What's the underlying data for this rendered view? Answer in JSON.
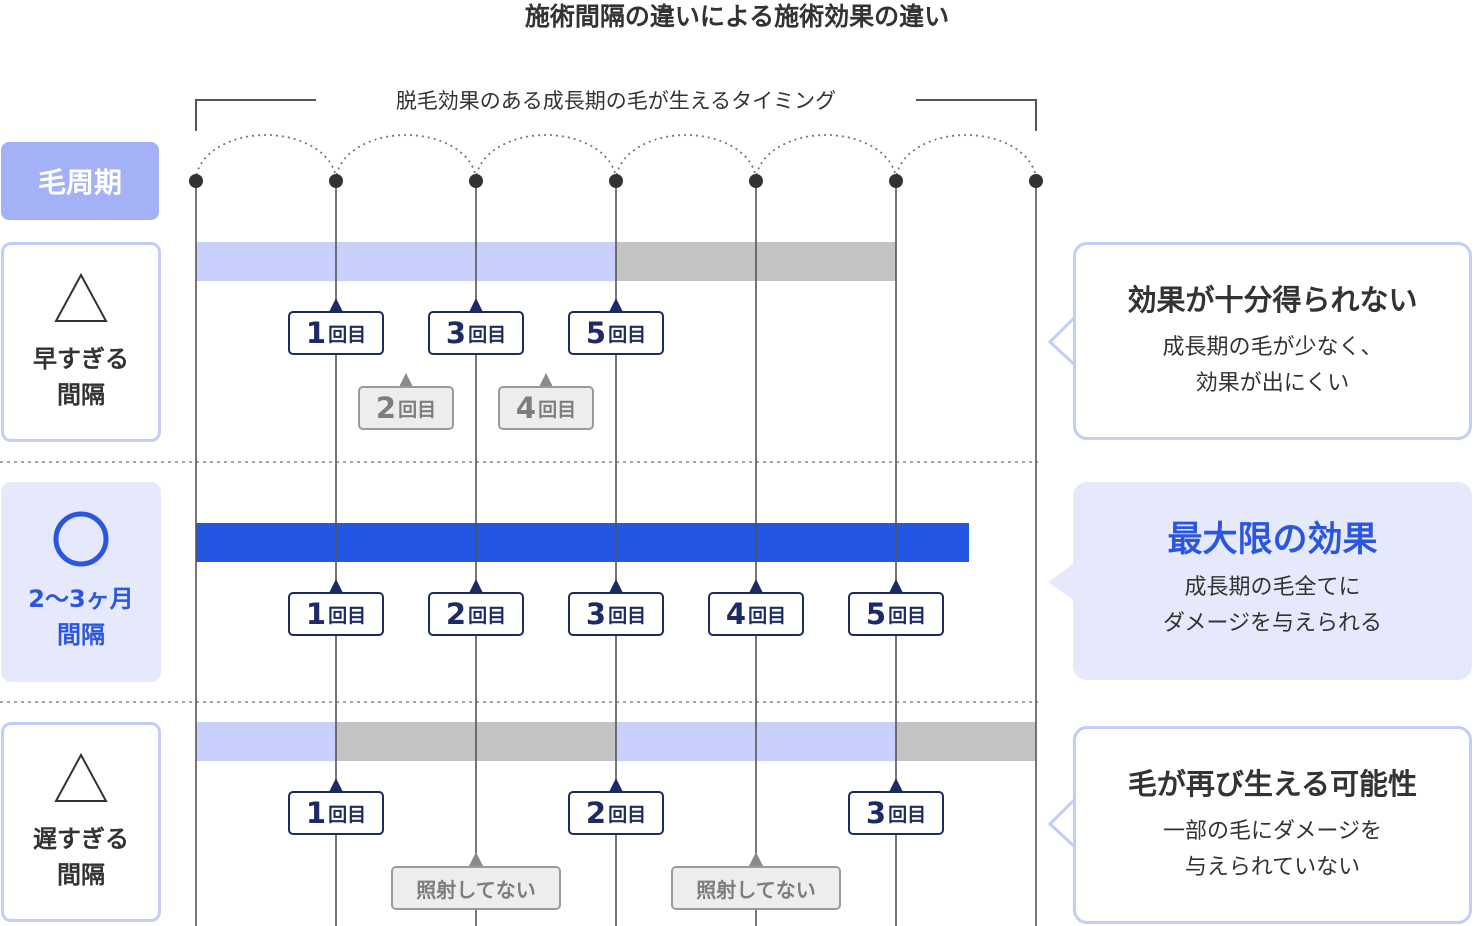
{
  "title": "施術間隔の違いによる施術効果の違い",
  "timing_label": "脱毛効果のある成長期の毛が生えるタイミング",
  "cycle_label": "毛周期",
  "unit": "回目",
  "rows": [
    {
      "mark": "triangle",
      "label_lines": [
        "早すぎる",
        "間隔"
      ],
      "callout_title": "効果が十分得られない",
      "callout_lines": [
        "成長期の毛が少なく、",
        "効果が出にくい"
      ],
      "tags": [
        "1",
        "3",
        "5"
      ],
      "sub_tags": [
        "2",
        "4"
      ]
    },
    {
      "mark": "circle",
      "label_lines": [
        "2〜3ヶ月",
        "間隔"
      ],
      "callout_title": "最大限の効果",
      "callout_lines": [
        "成長期の毛全てに",
        "ダメージを与えられる"
      ],
      "tags": [
        "1",
        "2",
        "3",
        "4",
        "5"
      ]
    },
    {
      "mark": "triangle",
      "label_lines": [
        "遅すぎる",
        "間隔"
      ],
      "callout_title": "毛が再び生える可能性",
      "callout_lines": [
        "一部の毛にダメージを",
        "与えられていない"
      ],
      "tags": [
        "1",
        "2",
        "3"
      ],
      "sub_tags": [
        "照射してない",
        "照射してない"
      ]
    }
  ],
  "colors": {
    "accent": "#2b56e0",
    "light_blue": "#c8cffb",
    "pale_blue": "#e6e9fc",
    "grey_bar": "#c4c4c4",
    "navy": "#1d2a63",
    "cycle_box": "#a5b1f7"
  }
}
